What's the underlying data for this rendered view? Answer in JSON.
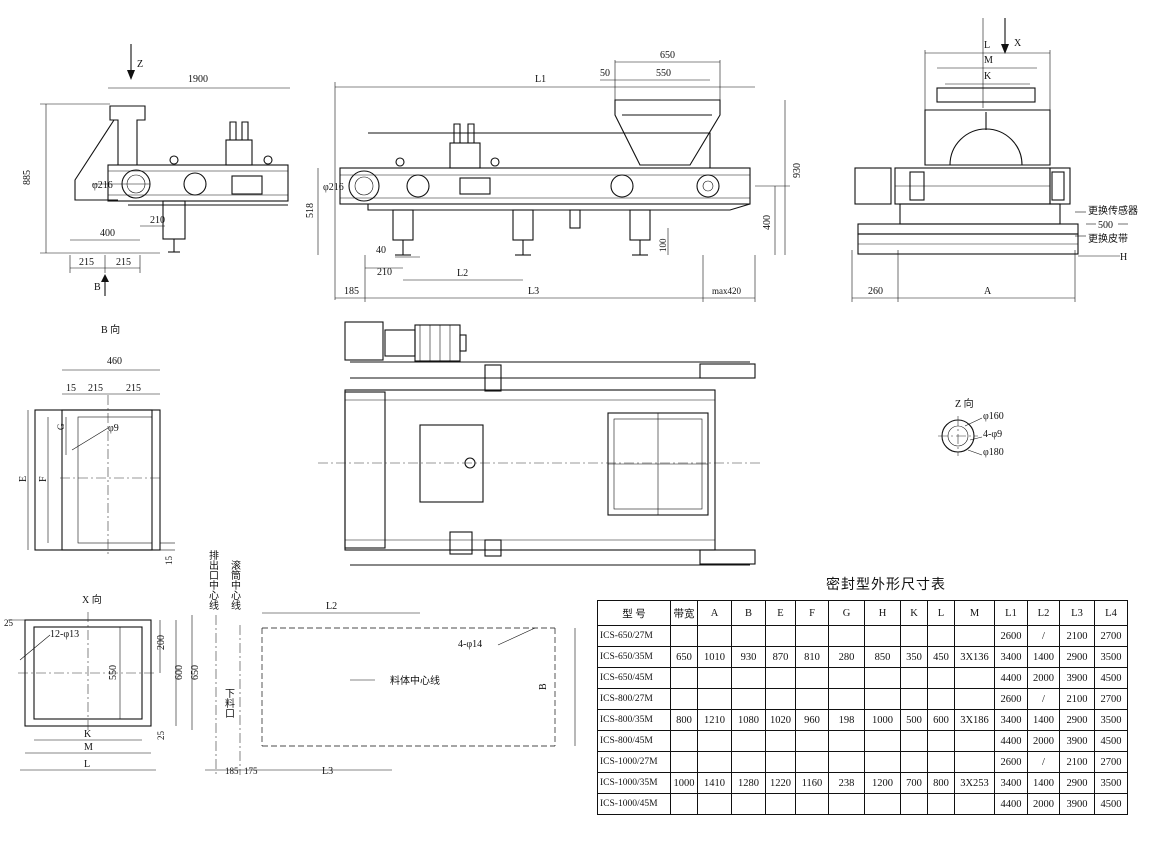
{
  "table": {
    "title": "密封型外形尺寸表",
    "headers": [
      "型 号",
      "带宽",
      "A",
      "B",
      "E",
      "F",
      "G",
      "H",
      "K",
      "L",
      "M",
      "L1",
      "L2",
      "L3",
      "L4"
    ],
    "rows": [
      [
        "ICS-650/27M",
        "",
        "",
        "",
        "",
        "",
        "",
        "",
        "",
        "",
        "",
        "2600",
        "/",
        "2100",
        "2700"
      ],
      [
        "ICS-650/35M",
        "650",
        "1010",
        "930",
        "870",
        "810",
        "280",
        "850",
        "350",
        "450",
        "3X136",
        "3400",
        "1400",
        "2900",
        "3500"
      ],
      [
        "ICS-650/45M",
        "",
        "",
        "",
        "",
        "",
        "",
        "",
        "",
        "",
        "",
        "4400",
        "2000",
        "3900",
        "4500"
      ],
      [
        "ICS-800/27M",
        "",
        "",
        "",
        "",
        "",
        "",
        "",
        "",
        "",
        "",
        "2600",
        "/",
        "2100",
        "2700"
      ],
      [
        "ICS-800/35M",
        "800",
        "1210",
        "1080",
        "1020",
        "960",
        "198",
        "1000",
        "500",
        "600",
        "3X186",
        "3400",
        "1400",
        "2900",
        "3500"
      ],
      [
        "ICS-800/45M",
        "",
        "",
        "",
        "",
        "",
        "",
        "",
        "",
        "",
        "",
        "4400",
        "2000",
        "3900",
        "4500"
      ],
      [
        "ICS-1000/27M",
        "",
        "",
        "",
        "",
        "",
        "",
        "",
        "",
        "",
        "",
        "2600",
        "/",
        "2100",
        "2700"
      ],
      [
        "ICS-1000/35M",
        "1000",
        "1410",
        "1280",
        "1220",
        "1160",
        "238",
        "1200",
        "700",
        "800",
        "3X253",
        "3400",
        "1400",
        "2900",
        "3500"
      ],
      [
        "ICS-1000/45M",
        "",
        "",
        "",
        "",
        "",
        "",
        "",
        "",
        "",
        "",
        "4400",
        "2000",
        "3900",
        "4500"
      ]
    ]
  },
  "labels": {
    "view_b": "B 向",
    "view_z": "Z 向",
    "view_x": "X 向",
    "z": "Z",
    "x": "X",
    "b": "B",
    "h": "H",
    "sensor_change": "更换传感器",
    "belt_change": "更换皮带",
    "dim_500": "500",
    "discharge_cl": "排出口中心线",
    "drum_cl": "滚筒中心线",
    "material_cl": "料体中心线",
    "feed_port": "下料口"
  },
  "dims": {
    "d1900": "1900",
    "d885": "885",
    "phi216a": "φ216",
    "d210a": "210",
    "d400a": "400",
    "d215a": "215",
    "d215b": "215",
    "dL1": "L1",
    "d650": "650",
    "d50": "50",
    "d550": "550",
    "d930": "930",
    "d518": "518",
    "phi216b": "φ216",
    "d40": "40",
    "d210b": "210",
    "dL2": "L2",
    "d185": "185",
    "dL3": "L3",
    "dmax420": "max420",
    "d400b": "400",
    "d100": "100",
    "dL": "L",
    "dM": "M",
    "dK": "K",
    "d260": "260",
    "dA": "A",
    "d460": "460",
    "d15a": "15",
    "d215c": "215",
    "d215d": "215",
    "dG": "G",
    "phi9": "φ9",
    "dE": "E",
    "dF": "F",
    "d15b": "15",
    "phi160": "φ160",
    "n4phi9": "4-φ9",
    "phi180": "φ180",
    "d25a": "25",
    "n12phi13": "12-φ13",
    "d200": "200",
    "d550b": "550",
    "d600": "600",
    "d650b": "650",
    "d25b": "25",
    "dKb": "K",
    "dMb": "M",
    "dLb": "L",
    "dL2b": "L2",
    "n4phi14": "4-φ14",
    "dB": "B",
    "d185b": "185",
    "d175": "175",
    "dL3b": "L3"
  }
}
